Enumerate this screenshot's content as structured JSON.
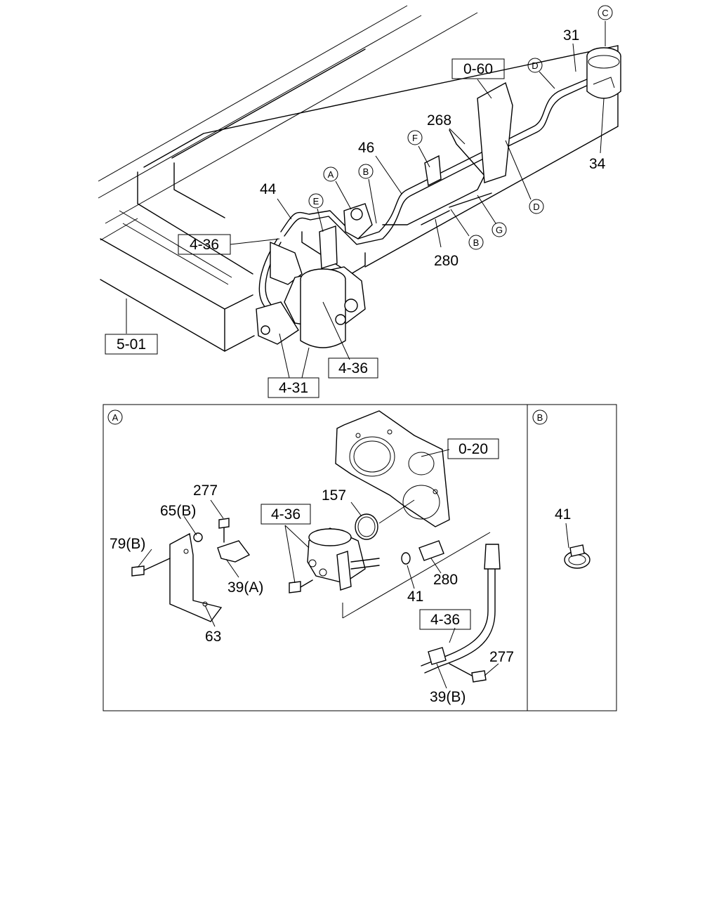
{
  "refs": {
    "r0_60": "0-60",
    "r4_36_a": "4-36",
    "r5_01": "5-01",
    "r4_36_b": "4-36",
    "r4_31": "4-31",
    "r0_20": "0-20",
    "r4_36_c": "4-36",
    "r4_36_d": "4-36"
  },
  "parts": {
    "p31": "31",
    "p34": "34",
    "p268": "268",
    "p46": "46",
    "p44": "44",
    "p280_top": "280",
    "p157": "157",
    "p277_a": "277",
    "p65b": "65(B)",
    "p79b": "79(B)",
    "p39a": "39(A)",
    "p63": "63",
    "p41_a": "41",
    "p280_b": "280",
    "p277_b": "277",
    "p39b": "39(B)",
    "p41_b": "41"
  },
  "markers": {
    "c_top": "C",
    "d_top": "D",
    "f": "F",
    "a_top": "A",
    "b_top": "B",
    "e": "E",
    "g": "G",
    "b_mid": "B",
    "d_bot": "D",
    "panel_a": "A",
    "panel_b": "B"
  }
}
